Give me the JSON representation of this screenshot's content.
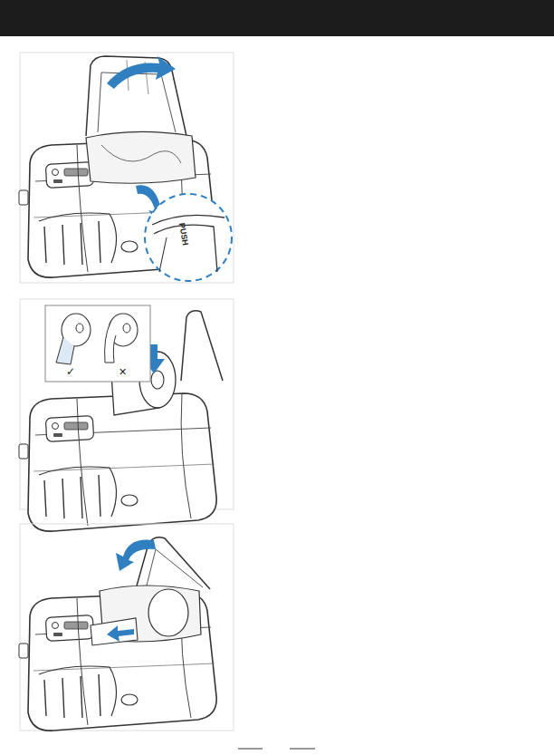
{
  "diagram": {
    "labels": [
      "PUSH",
      "✓",
      "✕"
    ]
  }
}
